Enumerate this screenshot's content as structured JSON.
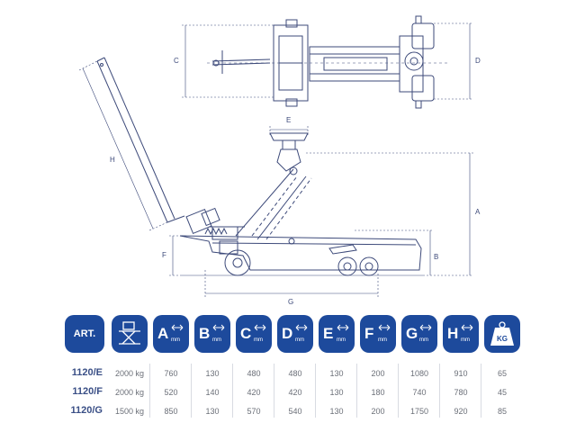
{
  "dimensions": {
    "C": "C",
    "D": "D",
    "E": "E",
    "H": "H",
    "A": "A",
    "F": "F",
    "B": "B",
    "G": "G"
  },
  "table": {
    "art_label": "ART.",
    "unit": "mm",
    "weight_icon_label": "KG",
    "columns": [
      {
        "icon": "lift-icon",
        "letter": ""
      },
      {
        "icon": "dimension-a-icon",
        "letter": "A"
      },
      {
        "icon": "dimension-b-icon",
        "letter": "B"
      },
      {
        "icon": "dimension-c-icon",
        "letter": "C"
      },
      {
        "icon": "dimension-d-icon",
        "letter": "D"
      },
      {
        "icon": "dimension-e-icon",
        "letter": "E"
      },
      {
        "icon": "dimension-f-icon",
        "letter": "F"
      },
      {
        "icon": "dimension-g-icon",
        "letter": "G"
      },
      {
        "icon": "dimension-h-icon",
        "letter": "H"
      },
      {
        "icon": "weight-icon",
        "letter": ""
      }
    ],
    "rows": [
      {
        "art": "1120/E",
        "values": [
          "2000 kg",
          "760",
          "130",
          "480",
          "480",
          "130",
          "200",
          "1080",
          "910",
          "65"
        ]
      },
      {
        "art": "1120/F",
        "values": [
          "2000 kg",
          "520",
          "140",
          "420",
          "420",
          "130",
          "180",
          "740",
          "780",
          "45"
        ]
      },
      {
        "art": "1120/G",
        "values": [
          "1500 kg",
          "850",
          "130",
          "570",
          "540",
          "130",
          "200",
          "1750",
          "920",
          "85"
        ]
      }
    ]
  },
  "colors": {
    "accent": "#1d4a9c",
    "line": "#3d4a7a",
    "text": "#6b6f78"
  }
}
